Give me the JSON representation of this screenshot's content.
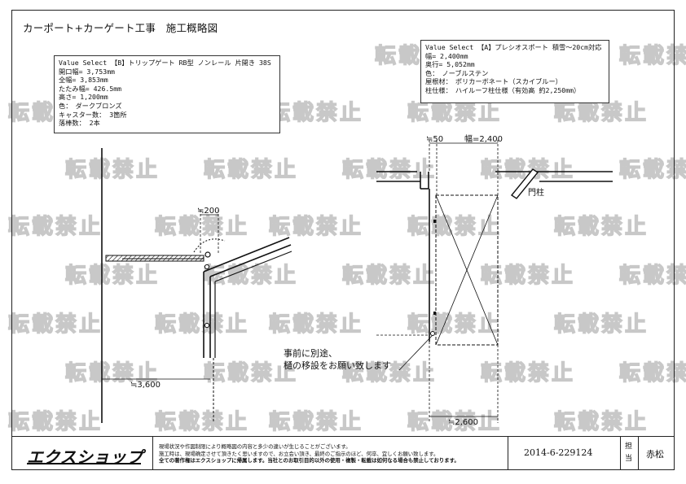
{
  "title": "カーポート+カーゲート工事　施工概略図",
  "spec_gate": {
    "lines": [
      "Value Select 【B】トリップゲート RB型 ノンレール 片開き 38S",
      "開口幅= 3,753mm",
      "全幅= 3,853mm",
      "たたみ幅= 426.5mm",
      "高さ= 1,200mm",
      "色：　ダークブロンズ",
      "キャスター数： 3箇所",
      "落棒数： 2本"
    ]
  },
  "spec_carport": {
    "lines": [
      "Value Select 【A】プレシオスポート 積雪～20cm対応",
      "幅= 2,400mm",
      "奥行= 5,052mm",
      "色：　ノーブルステン",
      "屋根材：　ポリカーボネート（スカイブルー）",
      "柱仕様：　ハイルーフ柱仕様（有効高 約2,250mm）"
    ]
  },
  "dimensions": {
    "d200": "≒200",
    "d3600": "≒3,600",
    "d50": "≒50",
    "w2400": "幅=2,400",
    "d2600": "≒2,600"
  },
  "labels": {
    "gate_post": "門柱"
  },
  "note": {
    "line1": "事前に別途、",
    "line2": "樋の移設をお願い致します"
  },
  "watermark": "転載禁止",
  "footer": {
    "logo": "エクスショップ",
    "disclaimer1": "現場状況や作図制限により概略図の内容と多少の違いが生じることがございます。",
    "disclaimer2": "施工時は、現場确定させて頂きたく思いますので、お立会い頂き、最終のご指示のほど、何卒、宜しくお願い致します。",
    "disclaimer3": "全ての著作権はエクスショップに帰属します。当社とのお取引目的以外の使用・複製・転載は如何なる場合も禁止しております。",
    "doc_number": "2014-6-229124",
    "tanto_label": "担当",
    "person": "赤松"
  }
}
